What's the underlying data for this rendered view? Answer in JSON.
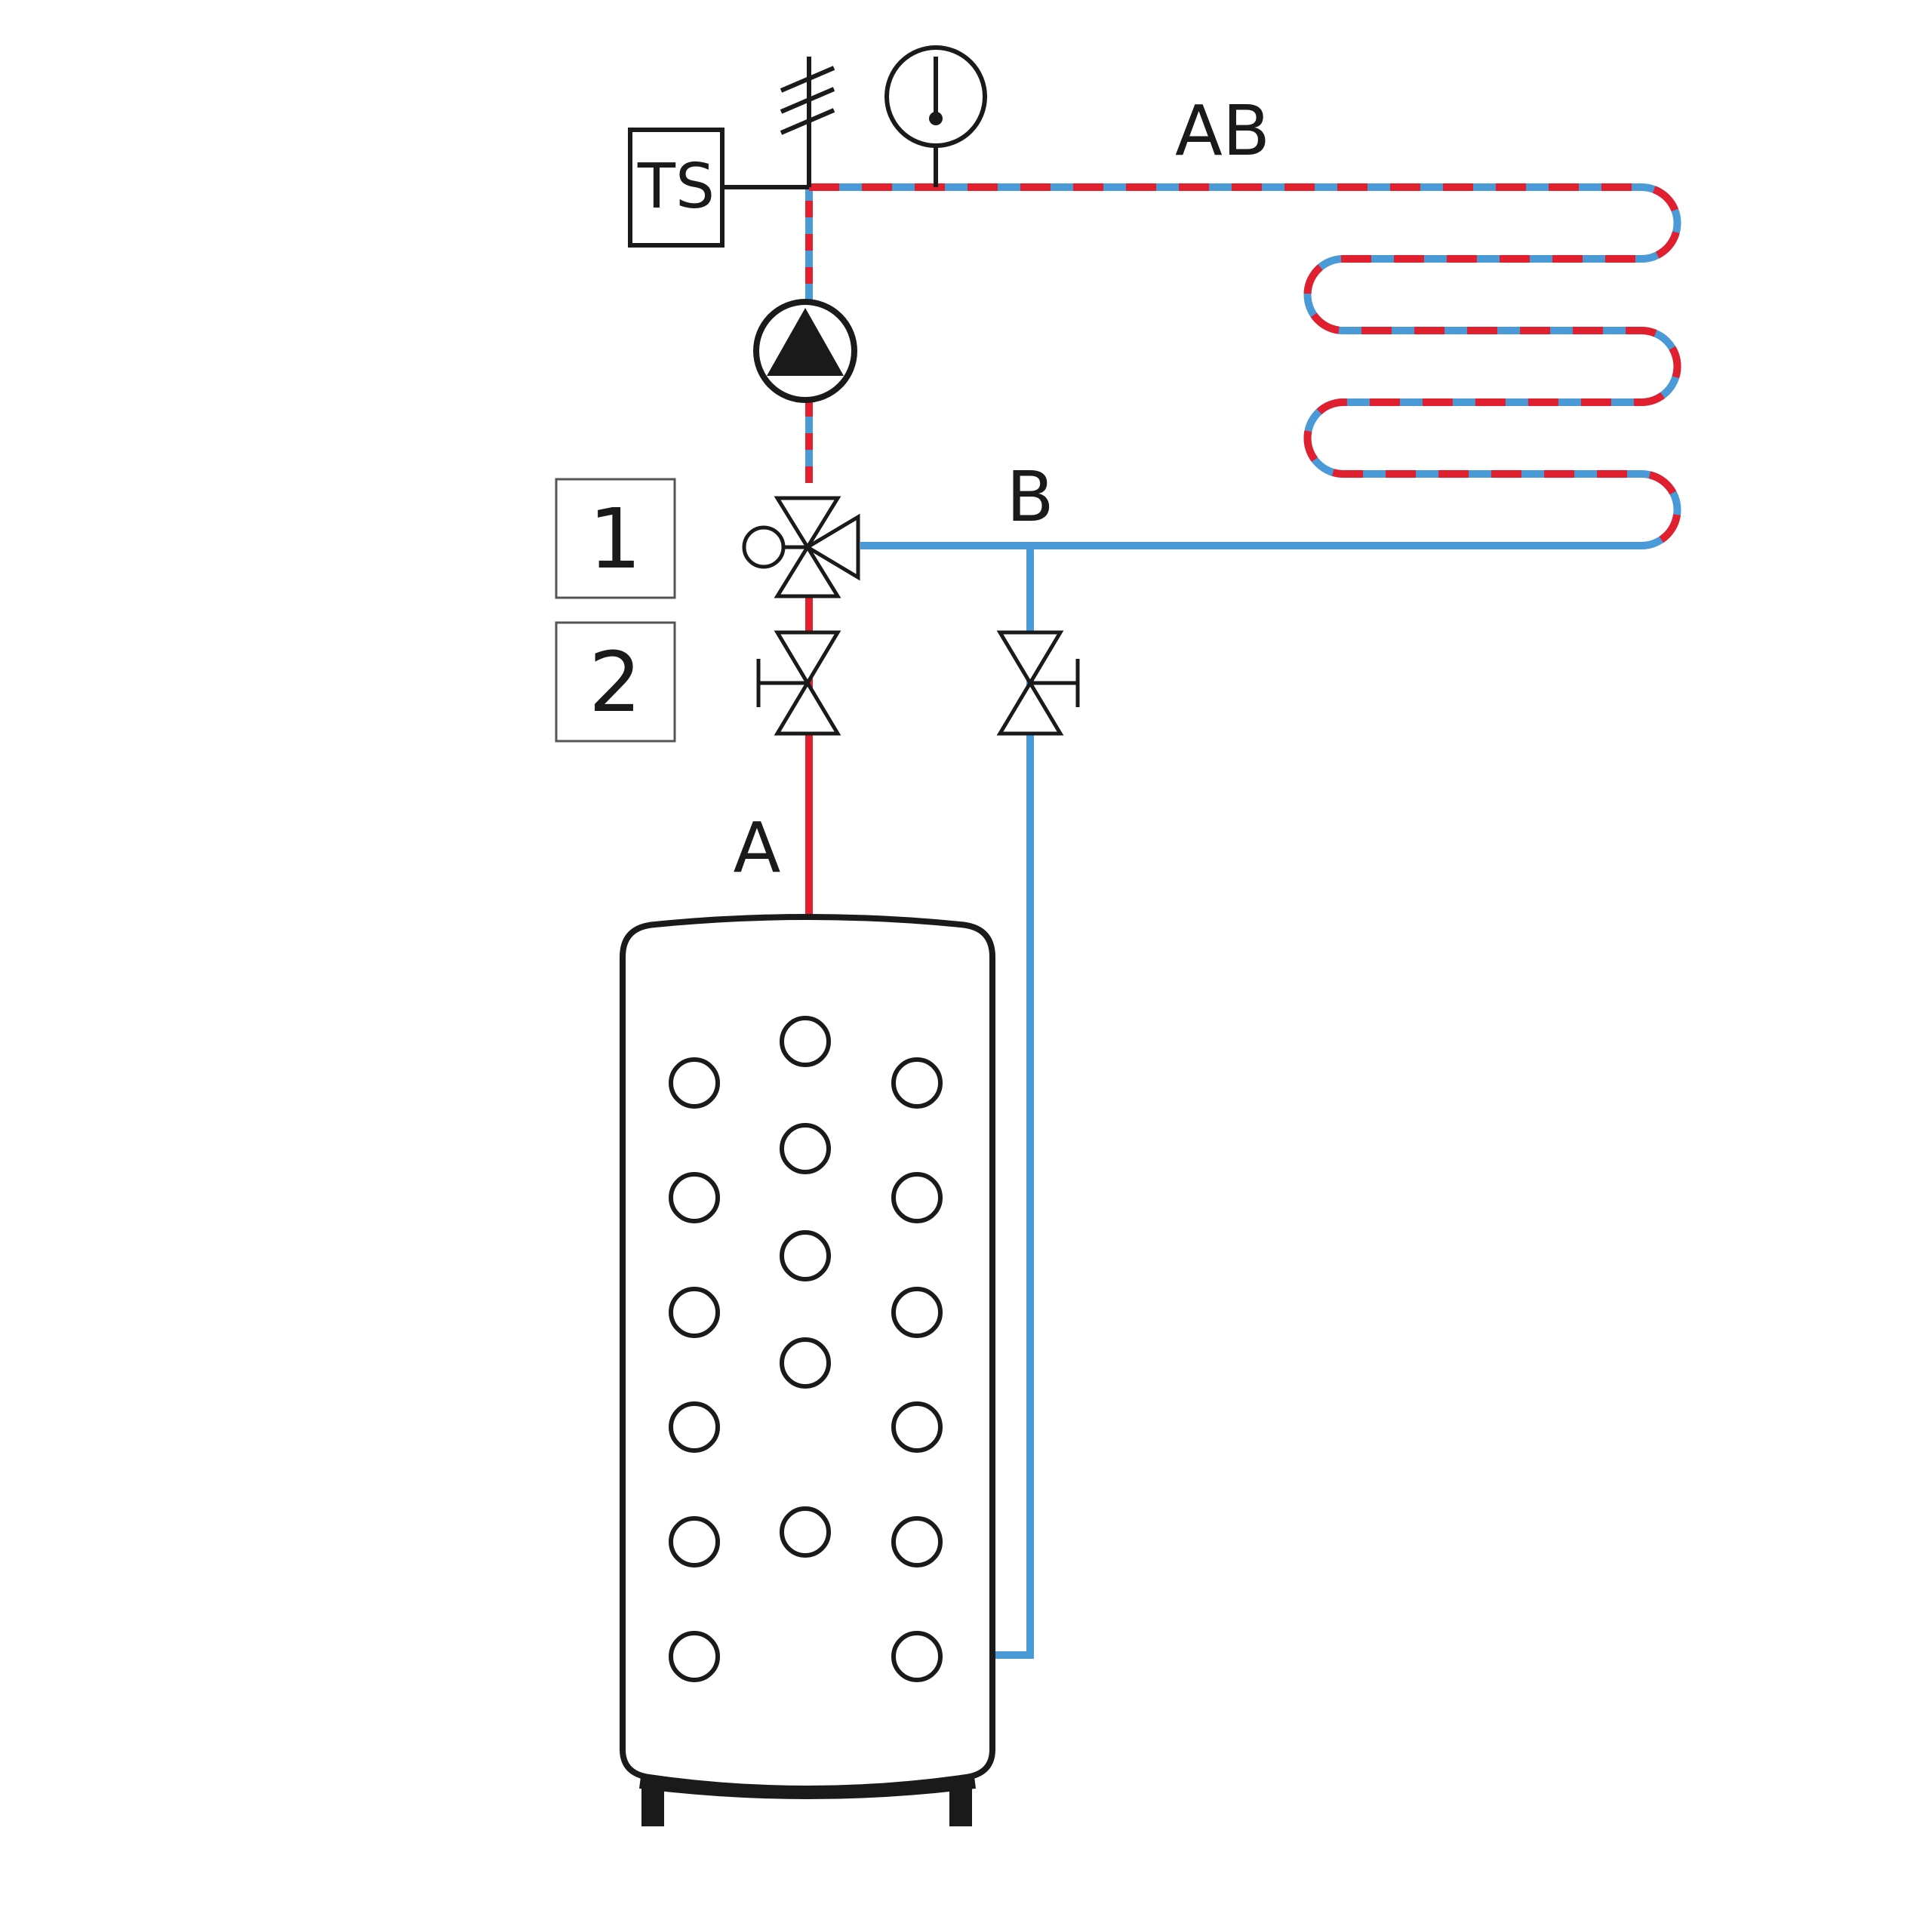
{
  "labels": {
    "ab": "AB",
    "a": "A",
    "b": "B",
    "ts": "TS",
    "box_1": "1",
    "box_2": "2"
  },
  "colors": {
    "supply_red": "#e0202e",
    "return_blue": "#4a9ad8",
    "outline": "#1a1a1a"
  },
  "icons": {
    "pump": "pump-icon",
    "thermometer": "thermometer-icon",
    "mixing_valve": "three-way-valve-icon",
    "shutoff_valve": "shutoff-valve-icon",
    "air_vent": "air-vent-icon",
    "temperature_sensor": "temperature-sensor-icon",
    "tank": "buffer-tank-icon"
  }
}
